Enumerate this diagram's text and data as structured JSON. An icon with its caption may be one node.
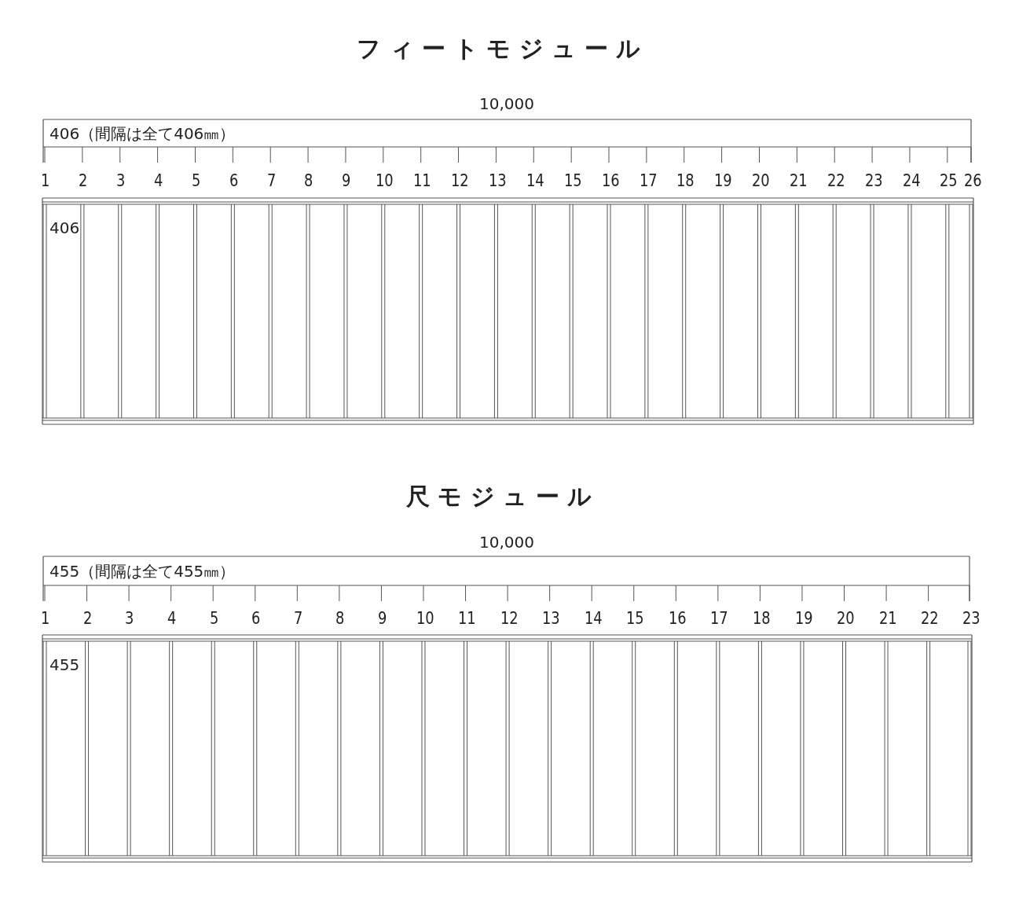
{
  "diagram": {
    "labels": [
      "フィートモジュール",
      "10,000",
      "406（間隔は全て406㎜）",
      "1",
      "2",
      "3",
      "4",
      "5",
      "6",
      "7",
      "8",
      "9",
      "10",
      "11",
      "12",
      "13",
      "14",
      "15",
      "16",
      "17",
      "18",
      "19",
      "20",
      "21",
      "22",
      "23",
      "24",
      "25",
      "26",
      "406",
      "尺モジュール",
      "10,000",
      "455（間隔は全て455㎜）",
      "1",
      "2",
      "3",
      "4",
      "5",
      "6",
      "7",
      "8",
      "9",
      "10",
      "11",
      "12",
      "13",
      "14",
      "15",
      "16",
      "17",
      "18",
      "19",
      "20",
      "21",
      "22",
      "23",
      "455"
    ]
  }
}
